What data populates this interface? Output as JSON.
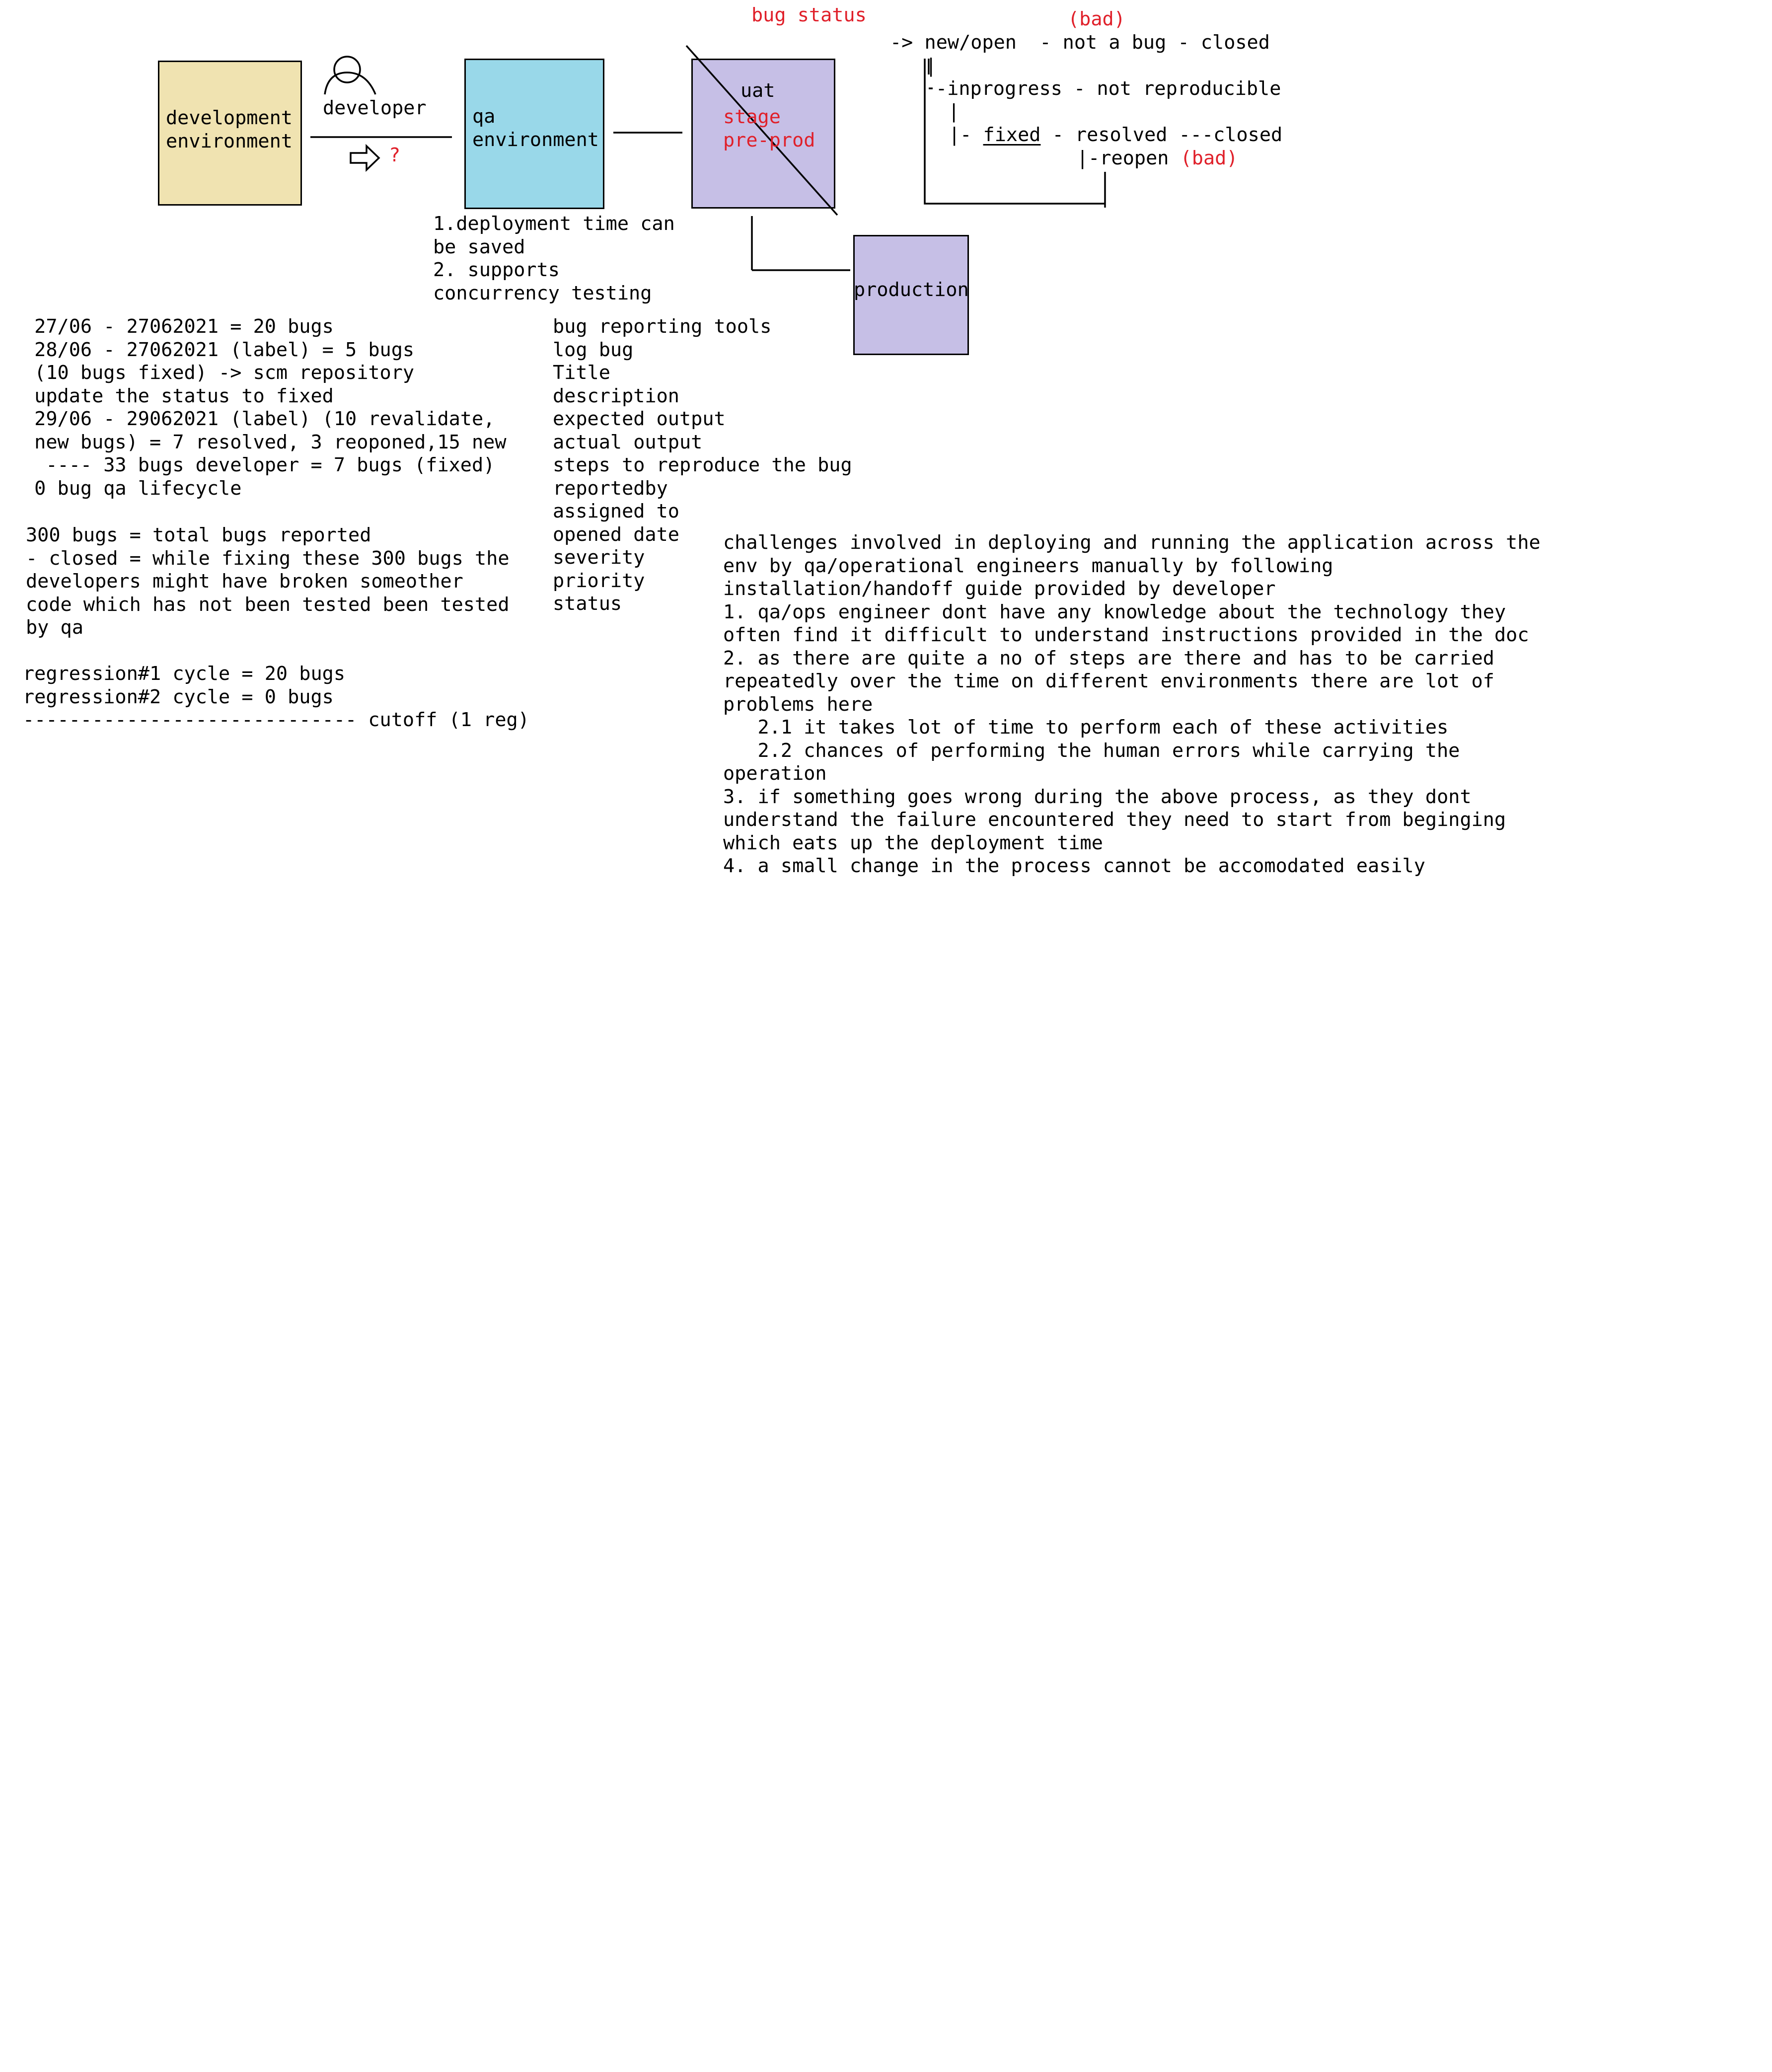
{
  "diagram": {
    "dev_env_label": "development\nenvironment",
    "developer_label": "developer",
    "question_mark": "?",
    "qa_env_label": "qa\nenvironment",
    "uat_label": "uat",
    "stage_label": "stage",
    "preprod_label": "pre-prod",
    "production_label": "production",
    "qa_benefits": "1.deployment time can\nbe saved\n2. supports\nconcurrency testing",
    "colors": {
      "dev": "#f0e3b1",
      "qa": "#99d8e9",
      "uat": "#c6bfe6",
      "production": "#c6bfe6",
      "annotation_red": "#e0202a"
    }
  },
  "bug_status": {
    "title": "bug status",
    "bad_top": "(bad)",
    "line1": "-> new/open  - not a bug - closed",
    "line2": "-inprogress - not reproducible",
    "line3_prefix": "|- ",
    "line3_fixed": "fixed",
    "line3_suffix": " - resolved ---closed",
    "line4": "|-reopen",
    "bad_reopen": "(bad)"
  },
  "notes": {
    "cycle_log": " 27/06 - 27062021 = 20 bugs\n 28/06 - 27062021 (label) = 5 bugs\n (10 bugs fixed) -> scm repository\n update the status to fixed\n 29/06 - 29062021 (label) (10 revalidate,\n new bugs) = 7 resolved, 3 reoponed,15 new\n  ---- 33 bugs developer = 7 bugs (fixed)\n 0 bug qa lifecycle",
    "total_bugs": "300 bugs = total bugs reported\n- closed = while fixing these 300 bugs the\ndevelopers might have broken someother\ncode which has not been tested been tested\nby qa",
    "regression": "regression#1 cycle = 20 bugs\nregression#2 cycle = 0 bugs\n----------------------------- cutoff (1 reg)",
    "bug_tools": "bug reporting tools\nlog bug\nTitle\ndescription\nexpected output\nactual output\nsteps to reproduce the bug\nreportedby\nassigned to\nopened date\nseverity\npriority\nstatus",
    "challenges": "challenges involved in deploying and running the application across the\nenv by qa/operational engineers manually by following\ninstallation/handoff guide provided by developer\n1. qa/ops engineer dont have any knowledge about the technology they\noften find it difficult to understand instructions provided in the doc\n2. as there are quite a no of steps are there and has to be carried\nrepeatedly over the time on different environments there are lot of\nproblems here\n   2.1 it takes lot of time to perform each of these activities\n   2.2 chances of performing the human errors while carrying the\noperation\n3. if something goes wrong during the above process, as they dont\nunderstand the failure encountered they need to start from beginging\nwhich eats up the deployment time\n4. a small change in the process cannot be accomodated easily"
  }
}
